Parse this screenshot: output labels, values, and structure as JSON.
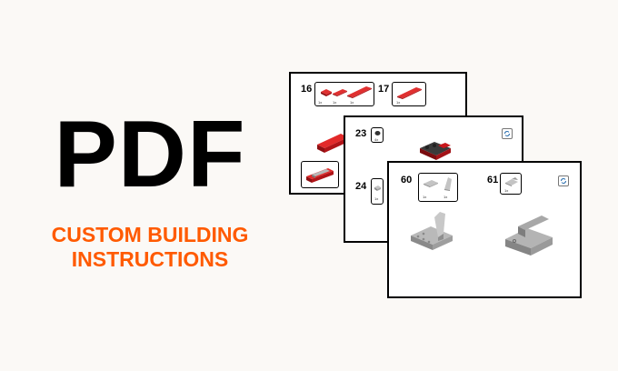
{
  "hero": {
    "title": "PDF",
    "subtitle_line1": "CUSTOM BUILDING",
    "subtitle_line2": "INSTRUCTIONS"
  },
  "pages": [
    {
      "steps": [
        {
          "number": "16",
          "part_quantities": [
            "1x",
            "1x",
            "1x"
          ]
        },
        {
          "number": "17",
          "part_quantities": [
            "1x"
          ]
        }
      ]
    },
    {
      "steps": [
        {
          "number": "23",
          "part_quantities": [
            "4x"
          ]
        },
        {
          "number": "24",
          "part_quantities": [
            "1x"
          ]
        }
      ]
    },
    {
      "steps": [
        {
          "number": "60",
          "part_quantities": [
            "1x",
            "1x"
          ]
        },
        {
          "number": "61",
          "part_quantities": [
            "1x"
          ]
        }
      ]
    }
  ],
  "colors": {
    "accent": "#ff5a00",
    "brick_red": "#c8161b",
    "brick_gray": "#a4a4a4",
    "background": "#fbf9f6"
  }
}
